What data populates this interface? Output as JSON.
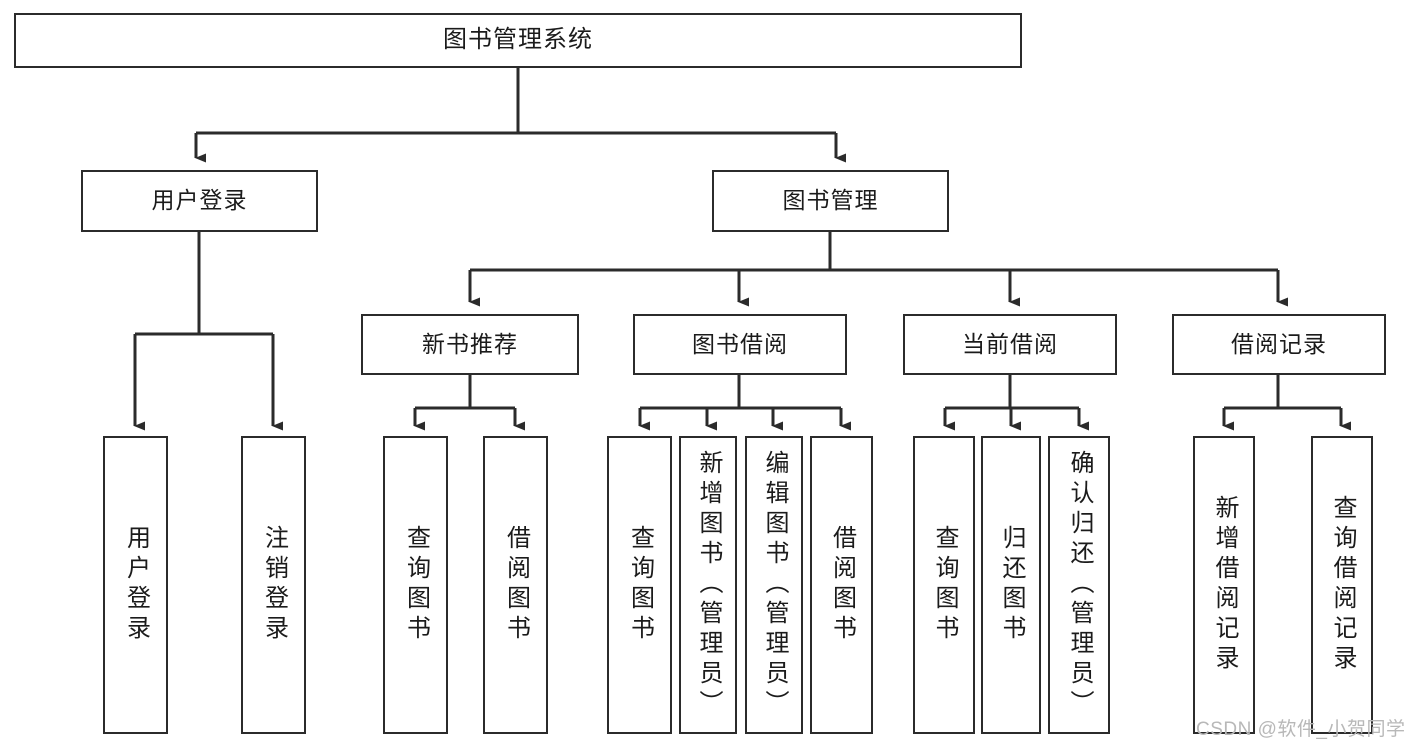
{
  "diagram": {
    "type": "hierarchy-tree",
    "title": "图书管理系统",
    "root": {
      "label": "图书管理系统"
    },
    "level2": [
      {
        "id": "user-login",
        "label": "用户登录"
      },
      {
        "id": "book-management",
        "label": "图书管理"
      }
    ],
    "level3": [
      {
        "id": "new-book-recommend",
        "label": "新书推荐"
      },
      {
        "id": "book-borrow",
        "label": "图书借阅"
      },
      {
        "id": "current-borrow",
        "label": "当前借阅"
      },
      {
        "id": "borrow-record",
        "label": "借阅记录"
      }
    ],
    "leaves": [
      {
        "id": "leaf-user-login",
        "label": "用户登录"
      },
      {
        "id": "leaf-user-logout",
        "label": "注销登录"
      },
      {
        "id": "leaf-query-book-1",
        "label": "查询图书"
      },
      {
        "id": "leaf-borrow-book-1",
        "label": "借阅图书"
      },
      {
        "id": "leaf-query-book-2",
        "label": "查询图书"
      },
      {
        "id": "leaf-add-book",
        "label": "新增图书（管理员）"
      },
      {
        "id": "leaf-edit-book",
        "label": "编辑图书（管理员）"
      },
      {
        "id": "leaf-borrow-book-2",
        "label": "借阅图书"
      },
      {
        "id": "leaf-query-book-3",
        "label": "查询图书"
      },
      {
        "id": "leaf-return-book",
        "label": "归还图书"
      },
      {
        "id": "leaf-confirm-return",
        "label": "确认归还（管理员）"
      },
      {
        "id": "leaf-add-record",
        "label": "新增借阅记录"
      },
      {
        "id": "leaf-query-record",
        "label": "查询借阅记录"
      }
    ],
    "edges": [
      {
        "from": "图书管理系统",
        "to": "用户登录"
      },
      {
        "from": "图书管理系统",
        "to": "图书管理"
      },
      {
        "from": "用户登录",
        "to": "用户登录"
      },
      {
        "from": "用户登录",
        "to": "注销登录"
      },
      {
        "from": "图书管理",
        "to": "新书推荐"
      },
      {
        "from": "图书管理",
        "to": "图书借阅"
      },
      {
        "from": "图书管理",
        "to": "当前借阅"
      },
      {
        "from": "图书管理",
        "to": "借阅记录"
      },
      {
        "from": "新书推荐",
        "to": "查询图书"
      },
      {
        "from": "新书推荐",
        "to": "借阅图书"
      },
      {
        "from": "图书借阅",
        "to": "查询图书"
      },
      {
        "from": "图书借阅",
        "to": "新增图书（管理员）"
      },
      {
        "from": "图书借阅",
        "to": "编辑图书（管理员）"
      },
      {
        "from": "图书借阅",
        "to": "借阅图书"
      },
      {
        "from": "当前借阅",
        "to": "查询图书"
      },
      {
        "from": "当前借阅",
        "to": "归还图书"
      },
      {
        "from": "当前借阅",
        "to": "确认归还（管理员）"
      },
      {
        "from": "借阅记录",
        "to": "新增借阅记录"
      },
      {
        "from": "借阅记录",
        "to": "查询借阅记录"
      }
    ],
    "colors": {
      "stroke": "#2b2b2b",
      "fill": "#ffffff",
      "text": "#1b1b1b",
      "watermark": "#b8b8b8"
    }
  },
  "watermark": {
    "text": "CSDN @软件_小贺同学"
  }
}
